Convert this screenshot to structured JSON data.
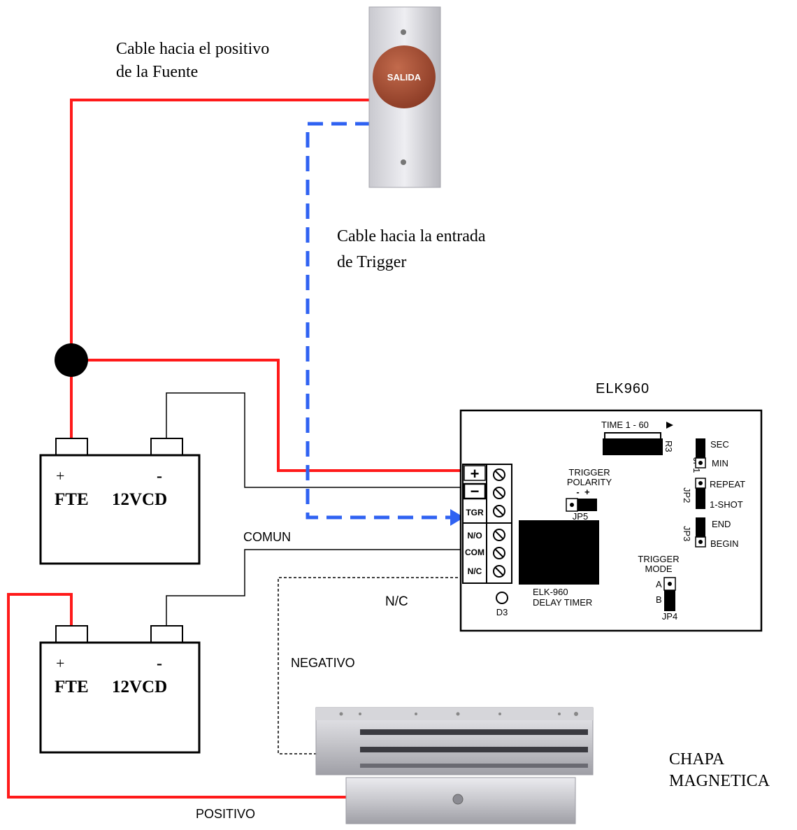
{
  "labels": {
    "cable_fuente_line1": "Cable hacia el positivo",
    "cable_fuente_line2": "de la  Fuente",
    "cable_trigger_line1": "Cable hacia la entrada",
    "cable_trigger_line2": "de Trigger",
    "comun": "COMUN",
    "nc": "N/C",
    "negativo": "NEGATIVO",
    "positivo": "POSITIVO",
    "chapa_line1": "CHAPA",
    "chapa_line2": "MAGNETICA"
  },
  "button": {
    "label": "SALIDA"
  },
  "battery_top": {
    "plus": "+",
    "minus": "-",
    "name": "FTE",
    "voltage": "12VCD"
  },
  "battery_bottom": {
    "plus": "+",
    "minus": "-",
    "name": "FTE",
    "voltage": "12VCD"
  },
  "board": {
    "title": "ELK960",
    "time": "TIME 1 - 60",
    "r3": "R3",
    "jp1": "JP1",
    "sec": "SEC",
    "min": "MIN",
    "jp2": "JP2",
    "repeat": "REPEAT",
    "oneshot": "1-SHOT",
    "jp3": "JP3",
    "end": "END",
    "begin": "BEGIN",
    "trigger_polarity_1": "TRIGGER",
    "trigger_polarity_2": "POLARITY",
    "polarity_signs": "-  +",
    "jp5": "JP5",
    "trigger_mode_1": "TRIGGER",
    "trigger_mode_2": "MODE",
    "mode_a": "A",
    "mode_b": "B",
    "jp4": "JP4",
    "model": "ELK-960",
    "model_desc": "DELAY TIMER",
    "d3": "D3",
    "term_plus": "+",
    "term_minus": "−",
    "term_tgr": "TGR",
    "term_no": "N/O",
    "term_com": "COM",
    "term_nc": "N/C"
  },
  "colors": {
    "positive_wire": "#ff1a1a",
    "trigger_wire": "#2f62f2",
    "wire": "#000000",
    "button_face": "#a04a30"
  }
}
